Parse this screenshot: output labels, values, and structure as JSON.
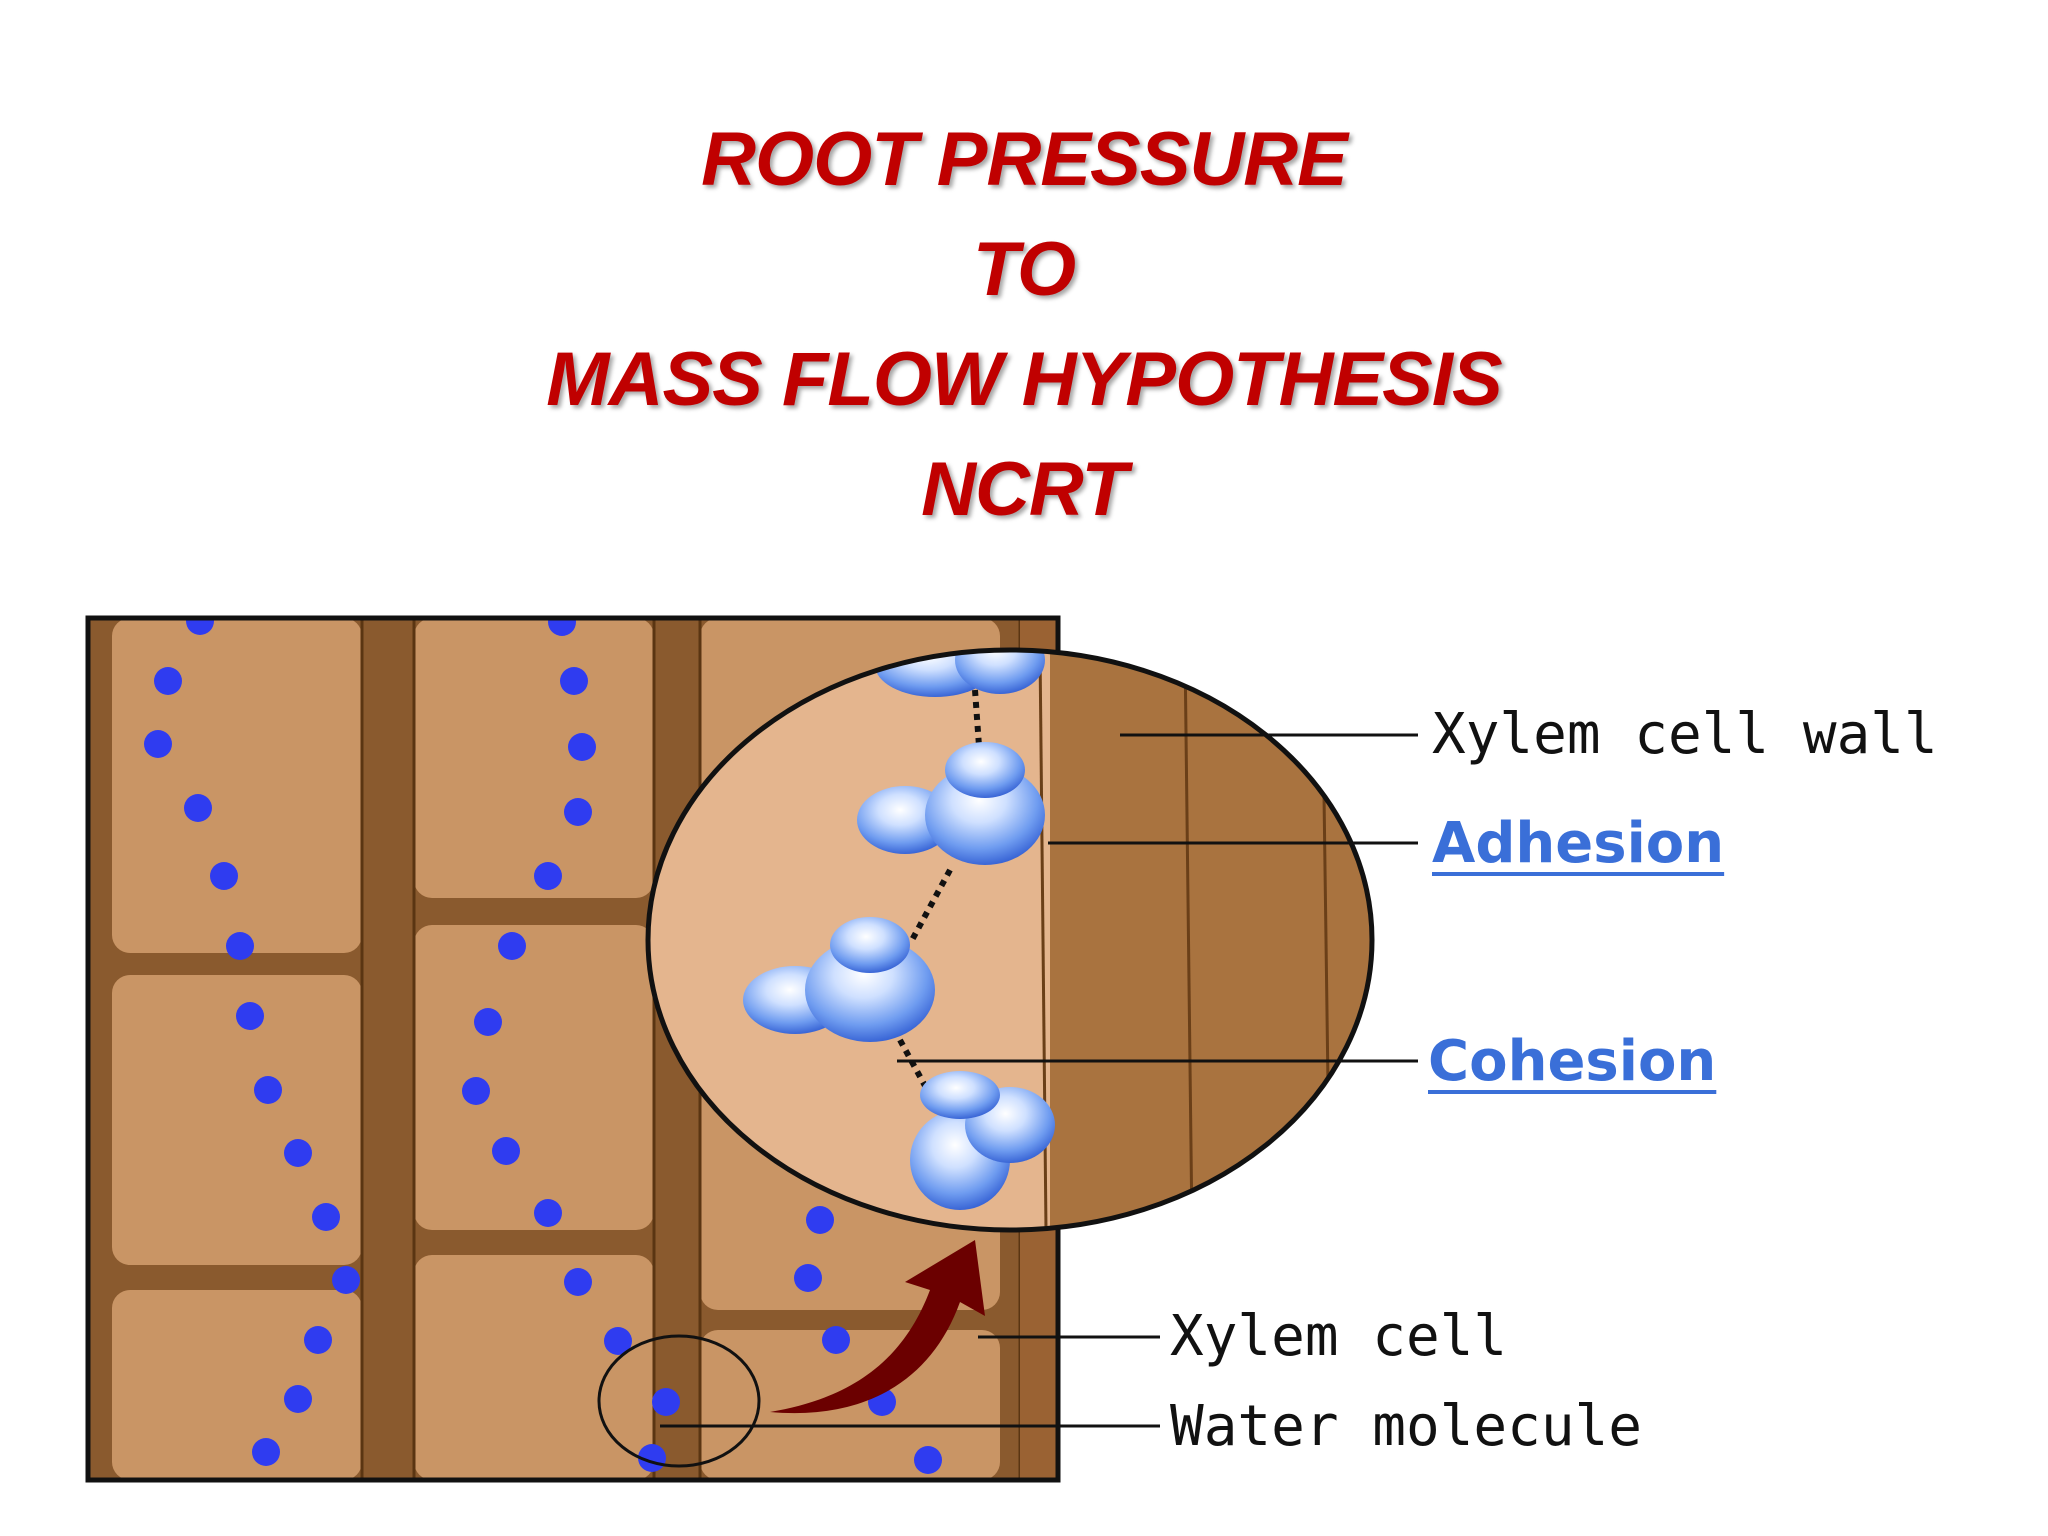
{
  "title": {
    "lines": [
      "ROOT PRESSURE",
      "TO",
      "MASS FLOW HYPOTHESIS",
      "NCRT"
    ],
    "color": "#c00000"
  },
  "labels": {
    "xylem_cell_wall": "Xylem cell wall",
    "adhesion": "Adhesion",
    "cohesion": "Cohesion",
    "xylem_cell": "Xylem cell",
    "water_molecule": "Water molecule"
  },
  "colors": {
    "cell_fill": "#c99565",
    "wall_fill": "#8a5a2e",
    "water": "#2f3cf0",
    "magnified_bg": "#e4b58e",
    "magnified_wall": "#a9733f",
    "arrow": "#6b0000",
    "link_label": "#3a6fd8"
  }
}
